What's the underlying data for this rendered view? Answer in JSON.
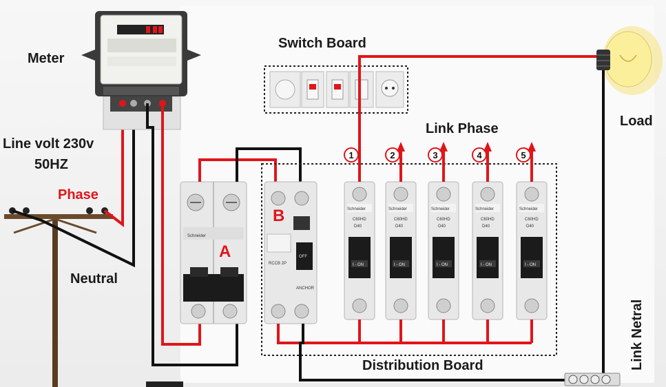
{
  "labels": {
    "meter": "Meter",
    "switch_board": "Switch Board",
    "load": "Load",
    "line_volt": "Line volt 230v",
    "frequency": "50HZ",
    "phase": "Phase",
    "neutral": "Neutral",
    "link_phase": "Link Phase",
    "distribution_board": "Distribution Board",
    "link_neutral": "Link Netral",
    "breaker_a": "A",
    "breaker_b": "B"
  },
  "circuits": [
    "1",
    "2",
    "3",
    "4",
    "5"
  ],
  "device_text": {
    "mcb_brand": "Schneider",
    "mcb_model": "C60HD",
    "mcb_rating": "D40",
    "mcb_on": "I - ON",
    "rccb_name": "RCCB 2P",
    "rccb_brand": "ANCHOR",
    "rccb_off": "OFF"
  },
  "colors": {
    "phase_wire": "#e0151a",
    "neutral_wire": "#111111",
    "label_red": "#e0151a",
    "device_body": "#e8e8e8",
    "bulb_glow": "#f6e27a"
  }
}
